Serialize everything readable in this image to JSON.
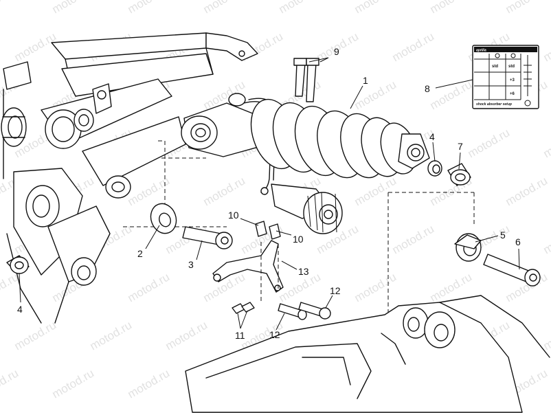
{
  "callouts": {
    "c1": "1",
    "c2": "2",
    "c3": "3",
    "c4a": "4",
    "c4b": "4",
    "c5": "5",
    "c6": "6",
    "c7": "7",
    "c8": "8",
    "c9": "9",
    "c10a": "10",
    "c10b": "10",
    "c11": "11",
    "c12a": "12",
    "c12b": "12",
    "c13": "13"
  },
  "label_table": {
    "brand": "aprilia",
    "row1": [
      "std",
      "std"
    ],
    "row2": [
      "+3"
    ],
    "row3": [
      "+6"
    ],
    "footer": "shock absorber setup"
  },
  "watermark": "motod.ru"
}
